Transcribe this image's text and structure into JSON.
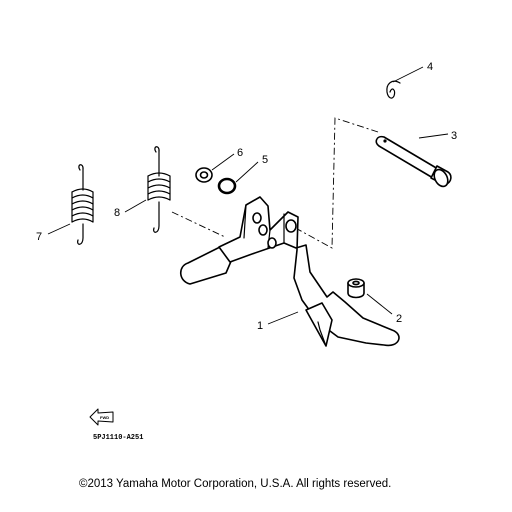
{
  "callouts": [
    {
      "number": "1",
      "part": "main-stand"
    },
    {
      "number": "2",
      "part": "collar"
    },
    {
      "number": "3",
      "part": "pivot-shaft"
    },
    {
      "number": "4",
      "part": "cotter-pin"
    },
    {
      "number": "5",
      "part": "o-ring"
    },
    {
      "number": "6",
      "part": "collar"
    },
    {
      "number": "7",
      "part": "spring-short"
    },
    {
      "number": "8",
      "part": "spring-long"
    }
  ],
  "direction_marker": "FWD",
  "diagram_code": "5PJ1110-A251",
  "copyright": "©2013 Yamaha Motor Corporation, U.S.A. All rights reserved."
}
